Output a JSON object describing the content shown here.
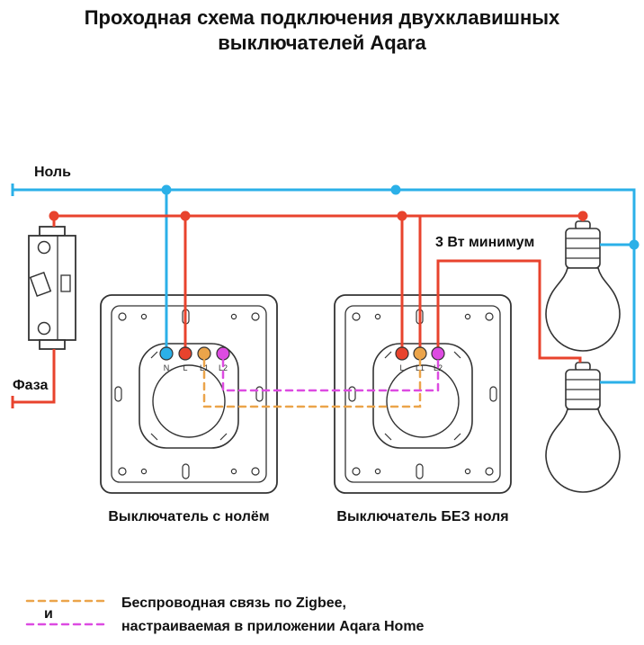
{
  "title": {
    "line1": "Проходная схема подключения двухклавишных",
    "line2": "выключателей Aqara"
  },
  "labels": {
    "neutral": "Ноль",
    "phase": "Фаза",
    "min_power": "3 Вт минимум",
    "switch_with_neutral": "Выключатель с нолём",
    "switch_without_neutral": "Выключатель БЕЗ ноля"
  },
  "terminals": {
    "left": [
      "N",
      "L",
      "L1",
      "L2"
    ],
    "right": [
      "L",
      "L1",
      "L2"
    ]
  },
  "legend": {
    "and": "и",
    "line1": "Беспроводная связь по Zigbee,",
    "line2": "настраиваемая в приложении Aqara Home"
  },
  "colors": {
    "neutral_blue": "#2bb0e8",
    "phase_red": "#e8432d",
    "zigbee_orange": "#eba44a",
    "zigbee_magenta": "#dd4be1",
    "outline": "#333333"
  }
}
